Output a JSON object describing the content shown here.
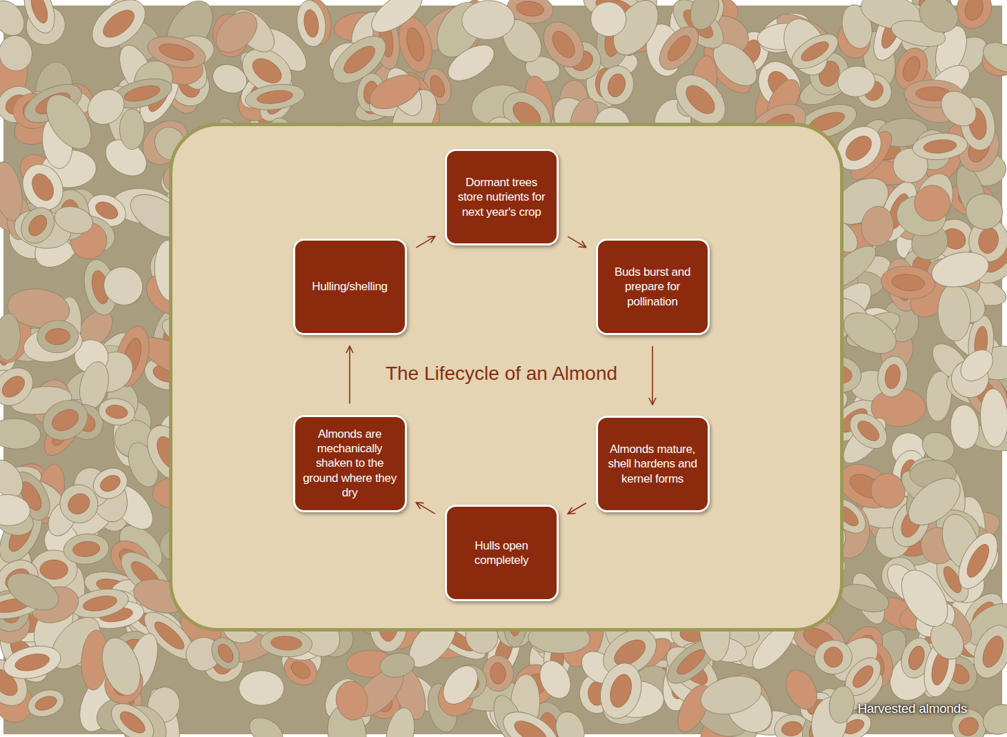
{
  "diagram": {
    "title": "The Lifecycle of an Almond",
    "caption": "Harvested almonds",
    "nodes": [
      {
        "text": [
          "Dormant trees store nutrients for next year's crop"
        ]
      },
      {
        "text": [
          "Buds burst and prepare for pollination"
        ]
      },
      {
        "text": [
          "Almonds mature, shell hardens and kernel forms"
        ]
      },
      {
        "text": [
          "Hulls open completely"
        ]
      },
      {
        "text": [
          "Almonds are mechanically shaken to the ground where they dry"
        ]
      },
      {
        "text": [
          "Hulling/shelling"
        ]
      }
    ],
    "edges": [
      {
        "from": 0,
        "to": 1,
        "arrow": "to"
      },
      {
        "from": 1,
        "to": 2,
        "arrow": "to"
      },
      {
        "from": 2,
        "to": 3,
        "arrow": "to"
      },
      {
        "from": 3,
        "to": 4,
        "arrow": "to"
      },
      {
        "from": 4,
        "to": 5,
        "arrow": "to"
      },
      {
        "from": 5,
        "to": 0,
        "arrow": "to"
      }
    ]
  }
}
